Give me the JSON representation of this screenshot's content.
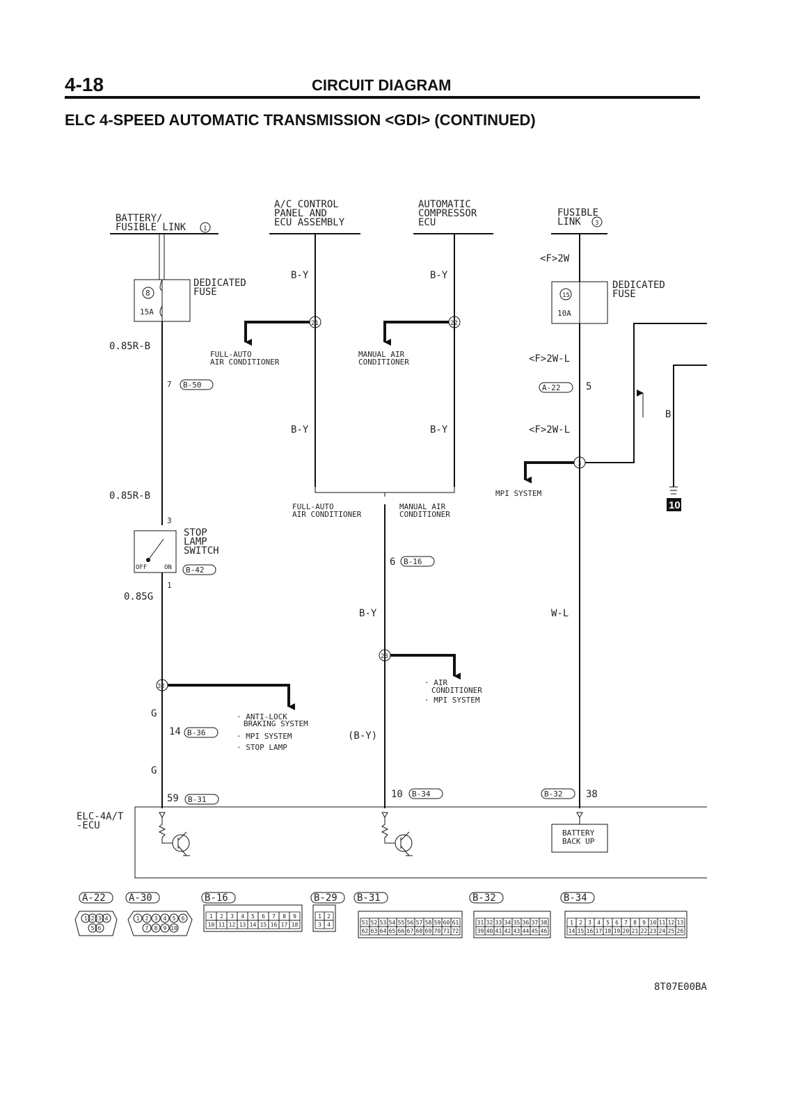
{
  "header": {
    "page_number": "4-18",
    "page_title": "CIRCUIT DIAGRAM",
    "section_title": "ELC 4-SPEED AUTOMATIC TRANSMISSION <GDI> (CONTINUED)"
  },
  "sources": {
    "battery_line1": "BATTERY/",
    "battery_line2": "FUSIBLE LINK",
    "battery_num": "1",
    "ac_line1": "A/C CONTROL",
    "ac_line2": "PANEL AND",
    "ac_line3": "ECU ASSEMBLY",
    "comp_line1": "AUTOMATIC",
    "comp_line2": "COMPRESSOR",
    "comp_line3": "ECU",
    "fusible_line1": "FUSIBLE",
    "fusible_line2": "LINK",
    "fusible_num": "3"
  },
  "fuses": {
    "left_num": "8",
    "left_amp": "15A",
    "right_num": "15",
    "right_amp": "10A",
    "ded_line1": "DEDICATED",
    "ded_line2": "FUSE"
  },
  "wires": {
    "r1": "0.85R-B",
    "r2": "0.85R-B",
    "g085": "0.85G",
    "g1": "G",
    "g2": "G",
    "by1": "B-Y",
    "by2": "B-Y",
    "by3": "B-Y",
    "by4": "B-Y",
    "by5": "B-Y",
    "by_paren": "(B-Y)",
    "f2w": "<F>2W",
    "f2wl1": "<F>2W-L",
    "f2wl2": "<F>2W-L",
    "wl": "W-L",
    "b": "B"
  },
  "splices": {
    "s21": "21",
    "s22": "22",
    "s23": "23",
    "s32": "32",
    "s3": "3"
  },
  "branches": {
    "full_auto_1": "FULL-AUTO",
    "full_auto_2": "AIR CONDITIONER",
    "manual_1": "MANUAL AIR",
    "manual_2": "CONDITIONER",
    "full_auto_3": "FULL-AUTO",
    "full_auto_4": "AIR CONDITIONER",
    "manual_3": "MANUAL AIR",
    "manual_4": "CONDITIONER",
    "mpi": "MPI SYSTEM",
    "air_1": "· AIR",
    "air_2": "CONDITIONER",
    "air_3": "· MPI SYSTEM",
    "abs_1": "· ANTI-LOCK",
    "abs_2": "BRAKING SYSTEM",
    "abs_3": "· MPI SYSTEM",
    "abs_4": "· STOP LAMP"
  },
  "stop_lamp": {
    "line1": "STOP",
    "line2": "LAMP",
    "line3": "SWITCH",
    "off": "OFF",
    "on": "ON",
    "pin_in": "3",
    "pin_out": "1"
  },
  "connectors": {
    "b50": "B-50",
    "b50_pin": "7",
    "a22": "A-22",
    "a22_pin": "5",
    "b16": "B-16",
    "b16_pin": "6",
    "b36": "B-36",
    "b36_pin": "14",
    "b31": "B-31",
    "b31_pin": "59",
    "b34": "B-34",
    "b34_pin": "10",
    "b32": "B-32",
    "b32_pin": "38",
    "b42": "B-42"
  },
  "ecu": {
    "line1": "ELC-4A/T",
    "line2": "-ECU",
    "battery_backup_1": "BATTERY",
    "battery_backup_2": "BACK UP"
  },
  "ground_ref": "10",
  "connector_views": {
    "a22": {
      "label": "A-22",
      "pins": [
        "1",
        "2",
        "3",
        "4",
        "5",
        "6"
      ]
    },
    "a30": {
      "label": "A-30",
      "pins": [
        "1",
        "2",
        "3",
        "4",
        "5",
        "6",
        "7",
        "8",
        "9",
        "10"
      ]
    },
    "b16": {
      "label": "B-16",
      "pins": [
        "1",
        "2",
        "3",
        "4",
        "5",
        "6",
        "7",
        "8",
        "9",
        "10",
        "11",
        "12",
        "13",
        "14",
        "15",
        "16",
        "17",
        "18"
      ]
    },
    "b29": {
      "label": "B-29",
      "pins": [
        "1",
        "2",
        "3",
        "4"
      ]
    },
    "b31": {
      "label": "B-31",
      "pins": [
        "51",
        "52",
        "53",
        "54",
        "55",
        "56",
        "57",
        "58",
        "59",
        "60",
        "61",
        "62",
        "63",
        "64",
        "65",
        "66",
        "67",
        "68",
        "69",
        "70",
        "71",
        "72"
      ]
    },
    "b32": {
      "label": "B-32",
      "pins": [
        "31",
        "32",
        "33",
        "34",
        "35",
        "36",
        "37",
        "38",
        "39",
        "40",
        "41",
        "42",
        "43",
        "44",
        "45",
        "46"
      ]
    },
    "b34": {
      "label": "B-34",
      "pins": [
        "1",
        "2",
        "3",
        "4",
        "5",
        "6",
        "7",
        "8",
        "9",
        "10",
        "11",
        "12",
        "13",
        "14",
        "15",
        "16",
        "17",
        "18",
        "19",
        "20",
        "21",
        "22",
        "23",
        "24",
        "25",
        "26"
      ]
    }
  },
  "figure_code": "8T07E00BA"
}
